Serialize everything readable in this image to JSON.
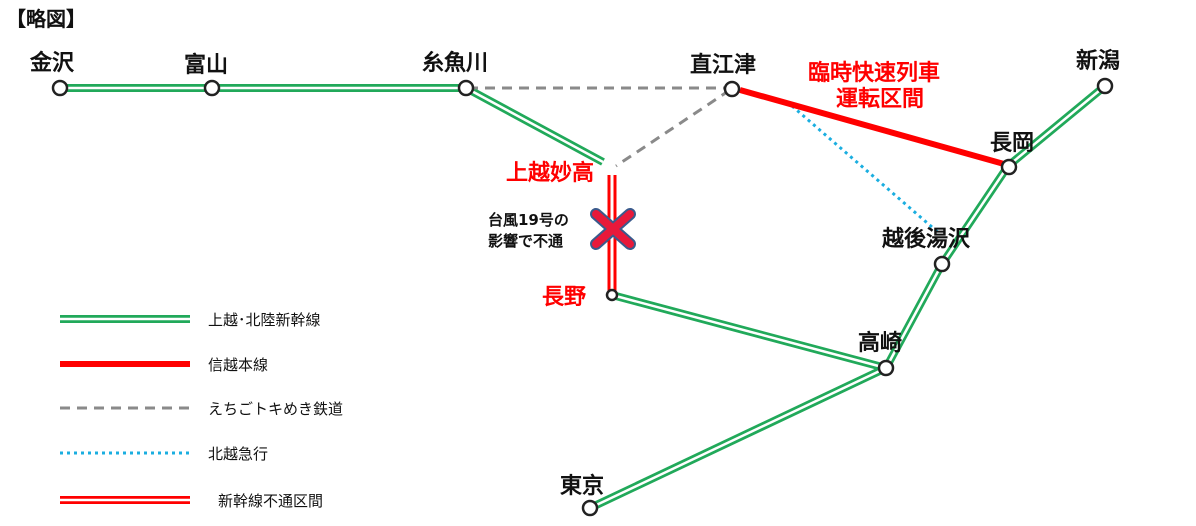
{
  "title": "【略図】",
  "stations": {
    "kanazawa": "金沢",
    "toyama": "富山",
    "itoigawa": "糸魚川",
    "naoetsu": "直江津",
    "niigata": "新潟",
    "nagaoka": "長岡",
    "echigoyuzawa": "越後湯沢",
    "joetsumyoko": "上越妙高",
    "nagano": "長野",
    "takasaki": "高崎",
    "tokyo": "東京"
  },
  "annotations": {
    "special_train_line1": "臨時快速列車",
    "special_train_line2": "運転区間",
    "typhoon_line1": "台風19号の",
    "typhoon_line2": "影響で不通"
  },
  "legend": {
    "shinkansen": "上越･北陸新幹線",
    "shinetsu": "信越本線",
    "tokimeki": "えちごトキめき鉄道",
    "hokuhoku": "北越急行",
    "suspended": "新幹線不通区間"
  },
  "colors": {
    "shinkansen_green": "#21a95a",
    "red": "#ff0000",
    "gray_dash": "#8a8a8a",
    "cyan_dot": "#1aaee0",
    "cross_red": "#e8193a",
    "cross_border": "#3a5a8c"
  }
}
